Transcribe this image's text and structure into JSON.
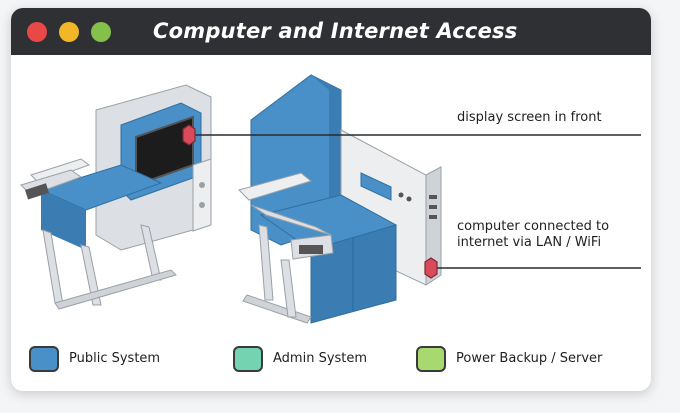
{
  "window": {
    "title": "Computer and Internet Access",
    "controls": [
      "close",
      "minimize",
      "maximize"
    ]
  },
  "callouts": [
    {
      "id": "display",
      "text": "display screen in front"
    },
    {
      "id": "computer",
      "line1": "computer connected to",
      "line2": "internet via LAN / WiFi"
    }
  ],
  "legend": [
    {
      "label": "Public System",
      "color": "#4a90c8"
    },
    {
      "label": "Admin System",
      "color": "#74d3b0"
    },
    {
      "label": "Power Backup / Server",
      "color": "#a8d870"
    }
  ],
  "colors": {
    "titlebar": "#2f3033",
    "marker": "#d94a5a",
    "seat_blue": "#4a90c8",
    "frame_grey": "#dcdfe3"
  },
  "icons": [
    "close-dot-icon",
    "minimize-dot-icon",
    "maximize-dot-icon",
    "callout-marker-icon"
  ]
}
